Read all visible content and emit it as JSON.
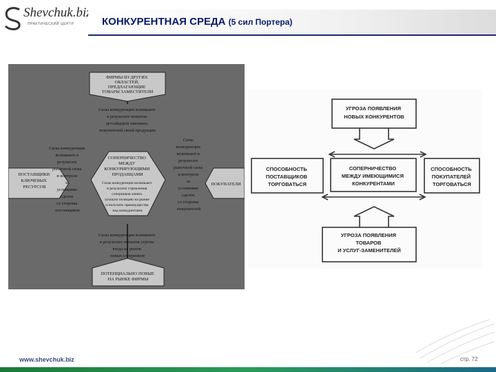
{
  "logo": {
    "text": "Shevchuk.biz",
    "tagline": "ПРАКТИЧЕСКИЙ ЦЕНТР"
  },
  "header": {
    "title": "КОНКУРЕНТНАЯ СРЕДА",
    "subtitle": "(5 сил Портера)"
  },
  "left_diagram": {
    "top_box": "ФИРМЫ ИЗ ДРУГИХ ОБЛАСТЕЙ, ПРЕДЛАГАЮЩИЕ ТОВАРЫ ЗАМЕСТИТЕЛИ",
    "top_text": "Силы конкуренции возникают в результате попыток аутсайдеров завоевать покупателей своей продукции",
    "center_box": "СОПЕРНИЧЕСТВО МЕЖДУ КОНКУРИРУЮЩИМИ ПРОДАВЦАМИ",
    "center_text": "Силы конкуренции возникают в результате стремления соперников занять лучшую позицию на рынке и получить преимущества над конкурентами",
    "left_box": "ПОСТАВЩИКИ КЛЮЧЕВЫХ РЕСУРСОВ",
    "left_text": "Силы конкуренции возникают в результате рыночной силы и контроля за условиями сделок со стороны поставщиков",
    "right_box": "ПОКУПАТЕЛИ",
    "right_text": "Силы конкуренции возникают в результате рыночной силы и контроля за условиями сделок со стороны покупателей",
    "bottom_text": "Силы конкуренции возникают в результате попыток угрозы входа на рынок новых соперников",
    "bottom_box": "ПОТЕНЦИАЛЬНО НОВЫЕ НА РЫНКЕ ФИРМЫ"
  },
  "right_diagram": {
    "top": "УГРОЗА ПОЯВЛЕНИЯ НОВЫХ КОНКУРЕНТОВ",
    "left": "СПОСОБНОСТЬ ПОСТАВЩИКОВ ТОРГОВАТЬСЯ",
    "center": "СОПЕРНИЧЕСТВО МЕЖДУ ИМЕЮЩИМИСЯ КОНКУРЕНТАМИ",
    "right": "СПОСОБНОСТЬ ПОКУПАТЕЛЕЙ ТОРГОВАТЬСЯ",
    "bottom": "УГРОЗА ПОЯВЛЕНИЯ ТОВАРОВ И УСЛУГ-ЗАМЕНИТЕЛЕЙ"
  },
  "footer": {
    "url": "www.shevchuk.biz",
    "page": "стр. 72"
  }
}
